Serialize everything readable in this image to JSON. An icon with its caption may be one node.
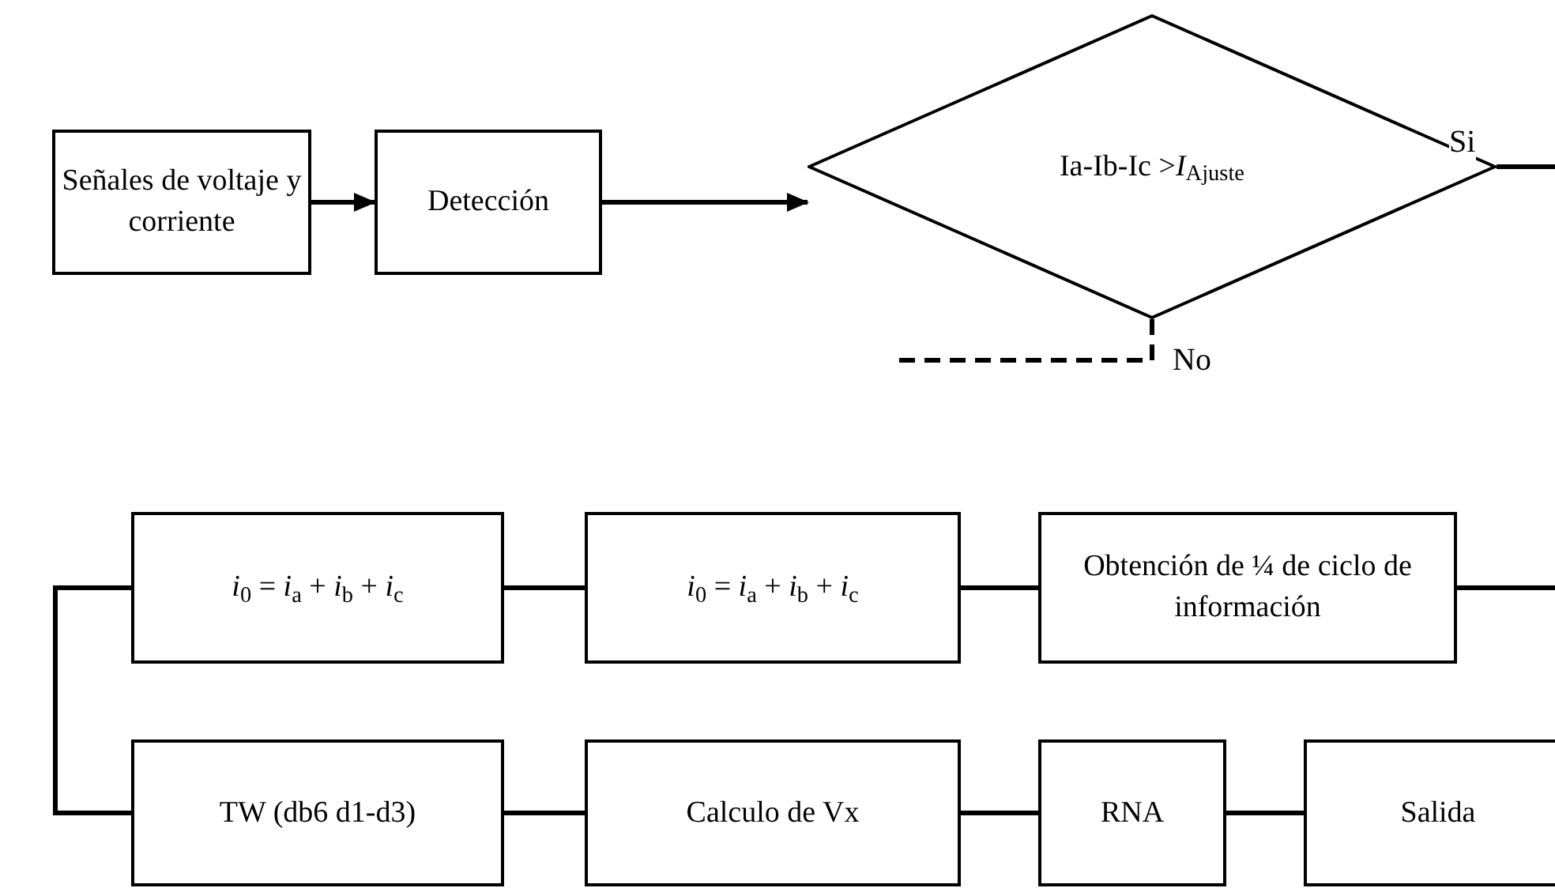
{
  "diagram": {
    "nodes": [
      {
        "text": [
          "Señales de voltaje y corriente"
        ]
      },
      {
        "text": [
          "Detección"
        ]
      },
      {
        "text": [
          "Ia-Ib-Ic >*I*$_{Ajuste}$"
        ]
      },
      {
        "text": [
          "*i*$_{0}$ = *i*$_{a}$ + *i*$_{b}$ + *i*$_{c}$"
        ]
      },
      {
        "text": [
          "*i*$_{0}$ = *i*$_{a}$ + *i*$_{b}$ + *i*$_{c}$"
        ]
      },
      {
        "text": [
          "Obtención de ¼ de ciclo de información"
        ]
      },
      {
        "text": [
          "TW (db6 d1-d3)"
        ]
      },
      {
        "text": [
          "Calculo de Vx"
        ]
      },
      {
        "text": [
          "RNA"
        ]
      },
      {
        "text": [
          "Salida"
        ]
      }
    ],
    "edges": [
      {
        "from": 0,
        "to": 1,
        "arrow": "to"
      },
      {
        "from": 1,
        "to": 2,
        "arrow": "to"
      },
      {
        "from": 2,
        "to": null,
        "arrow": "none",
        "label": "Si"
      },
      {
        "from": 2,
        "to": null,
        "arrow": "none",
        "label": "No",
        "style": "dashed"
      },
      {
        "from": 3,
        "to": 4,
        "arrow": "none"
      },
      {
        "from": 4,
        "to": 5,
        "arrow": "none"
      },
      {
        "from": 5,
        "to": null,
        "arrow": "none"
      },
      {
        "from": 3,
        "to": 6,
        "arrow": "none"
      },
      {
        "from": 6,
        "to": 7,
        "arrow": "none"
      },
      {
        "from": 7,
        "to": 8,
        "arrow": "none"
      },
      {
        "from": 8,
        "to": 9,
        "arrow": "none"
      }
    ]
  }
}
